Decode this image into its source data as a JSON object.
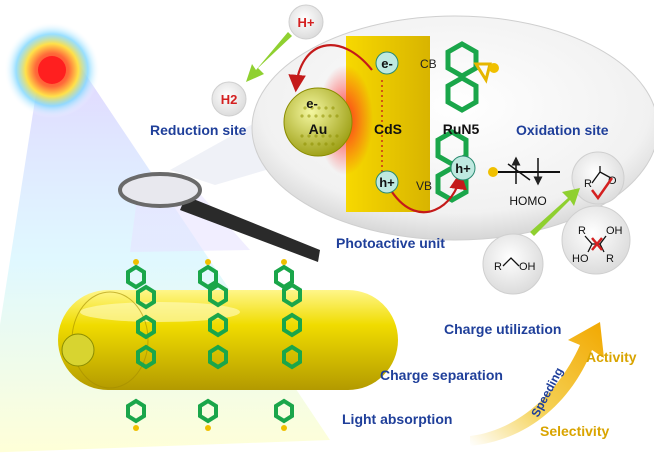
{
  "labels": {
    "h_plus_top": "H+",
    "h2": "H2",
    "e_minus_cb": "e-",
    "e_minus_au": "e-",
    "cb": "CB",
    "vb": "VB",
    "h_plus_vb": "h+",
    "h_plus_runs": "h+",
    "au": "Au",
    "cds": "CdS",
    "run5": "RuN5",
    "reduction_site": "Reduction site",
    "oxidation_site": "Oxidation site",
    "homo": "HOMO",
    "photoactive_unit": "Photoactive unit",
    "charge_utilization": "Charge utilization",
    "charge_separation": "Charge separation",
    "light_absorption": "Light absorption",
    "speeding": "Speeding",
    "activity": "Activity",
    "selectivity": "Selectivity",
    "r_aldehyde": "R",
    "o_aldehyde": "O",
    "r_alcohol": "R",
    "oh_alcohol": "OH",
    "r_diol_top": "R",
    "oh_diol_top": "OH",
    "ho_diol_bottom": "HO",
    "r_diol_bottom": "R"
  },
  "colors": {
    "accent_blue": "#1f3f9a",
    "cds_yellow": "#e8c200",
    "ligand_green": "#1aa64a",
    "hole_red": "#d42020",
    "activity_orange": "#d9a400",
    "arrow_green": "#7ed321"
  }
}
